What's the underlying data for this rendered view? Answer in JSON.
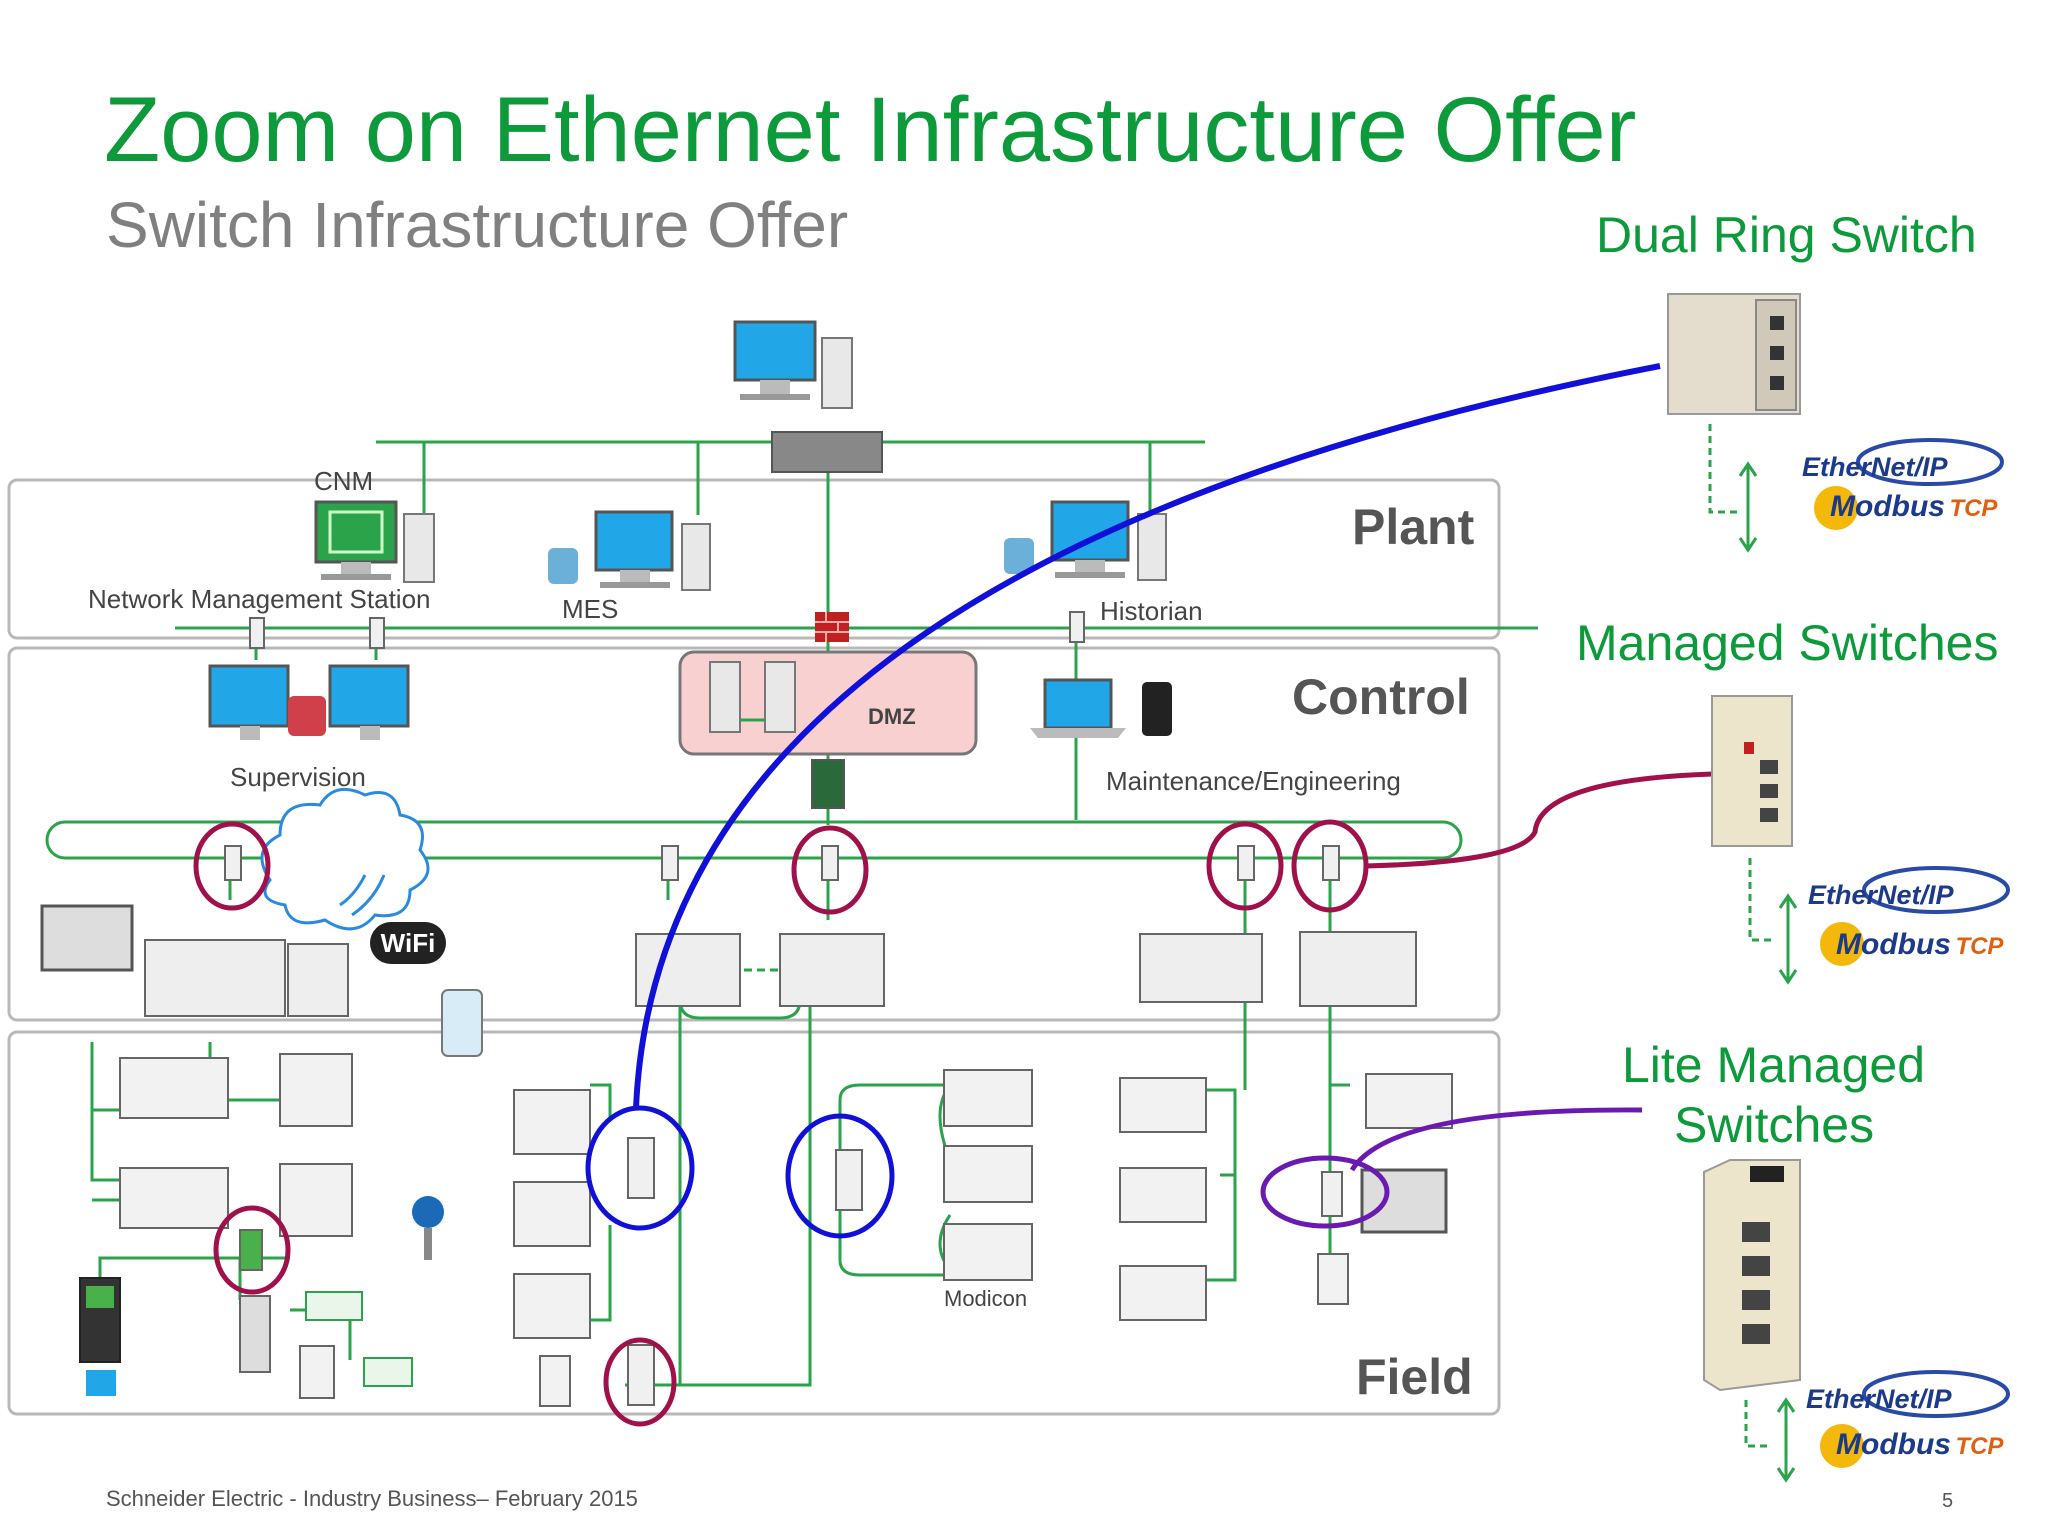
{
  "title": "Zoom on Ethernet Infrastructure Offer",
  "subtitle": "Switch Infrastructure Offer",
  "zones": {
    "plant": "Plant",
    "control": "Control",
    "field": "Field"
  },
  "labels": {
    "cnm": "CNM",
    "nms": "Network Management Station",
    "mes": "MES",
    "historian": "Historian",
    "dmz": "DMZ",
    "supervision": "Supervision",
    "maintenance": "Maintenance/Engineering",
    "modicon": "Modicon",
    "wifi": "WiFi"
  },
  "products": {
    "dual_ring": "Dual Ring Switch",
    "managed": "Managed Switches",
    "lite_line1": "Lite Managed",
    "lite_line2": "Switches"
  },
  "protocols": {
    "ethernet_ip": "EtherNet/IP",
    "modbus": "Modbus",
    "tcp": "TCP"
  },
  "footer": "Schneider Electric - Industry Business– February 2015",
  "page_number": "5",
  "colors": {
    "accent_green": "#0c9a3a",
    "network_line": "#2aa34a",
    "dual_ring_callout": "#1010d8",
    "managed_callout": "#a0104a",
    "lite_callout": "#6a1ab0",
    "dmz_fill": "#f8d0d0"
  },
  "icons": [
    "computer-icon",
    "switch-icon",
    "firewall-icon",
    "laptop-icon",
    "phone-icon",
    "cloud-icon",
    "wifi-icon",
    "plc-rack-icon",
    "drive-icon"
  ]
}
